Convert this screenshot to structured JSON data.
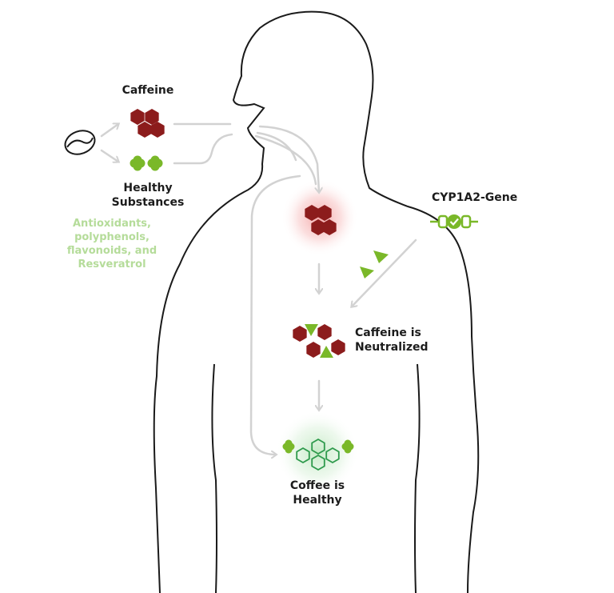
{
  "labels": {
    "caffeine": "Caffeine",
    "healthy_line1": "Healthy",
    "healthy_line2": "Substances",
    "antioxidants_line1": "Antioxidants,",
    "antioxidants_line2": "polyphenols,",
    "antioxidants_line3": "flavonoids, and",
    "antioxidants_line4": "Resveratrol",
    "gene": "CYP1A2-Gene",
    "neutralized_line1": "Caffeine is",
    "neutralized_line2": "Neutralized",
    "healthy_coffee_line1": "Coffee is",
    "healthy_coffee_line2": "Healthy"
  },
  "icons": [
    "coffee-bean-icon",
    "caffeine-molecule-icon",
    "healthy-substance-icon",
    "gene-check-icon",
    "enzyme-triangle-icon",
    "benzene-ring-icon"
  ],
  "colors": {
    "caffeine": "#8c1c1c",
    "healthy": "#7ab829",
    "healthy_text": "#b5dc9a",
    "outline": "#1a1a1a",
    "arrow": "#d2d2d2",
    "glow_red": "#f3b3b3",
    "glow_green": "#cdeccc",
    "ring_green": "#2e9a4c"
  }
}
